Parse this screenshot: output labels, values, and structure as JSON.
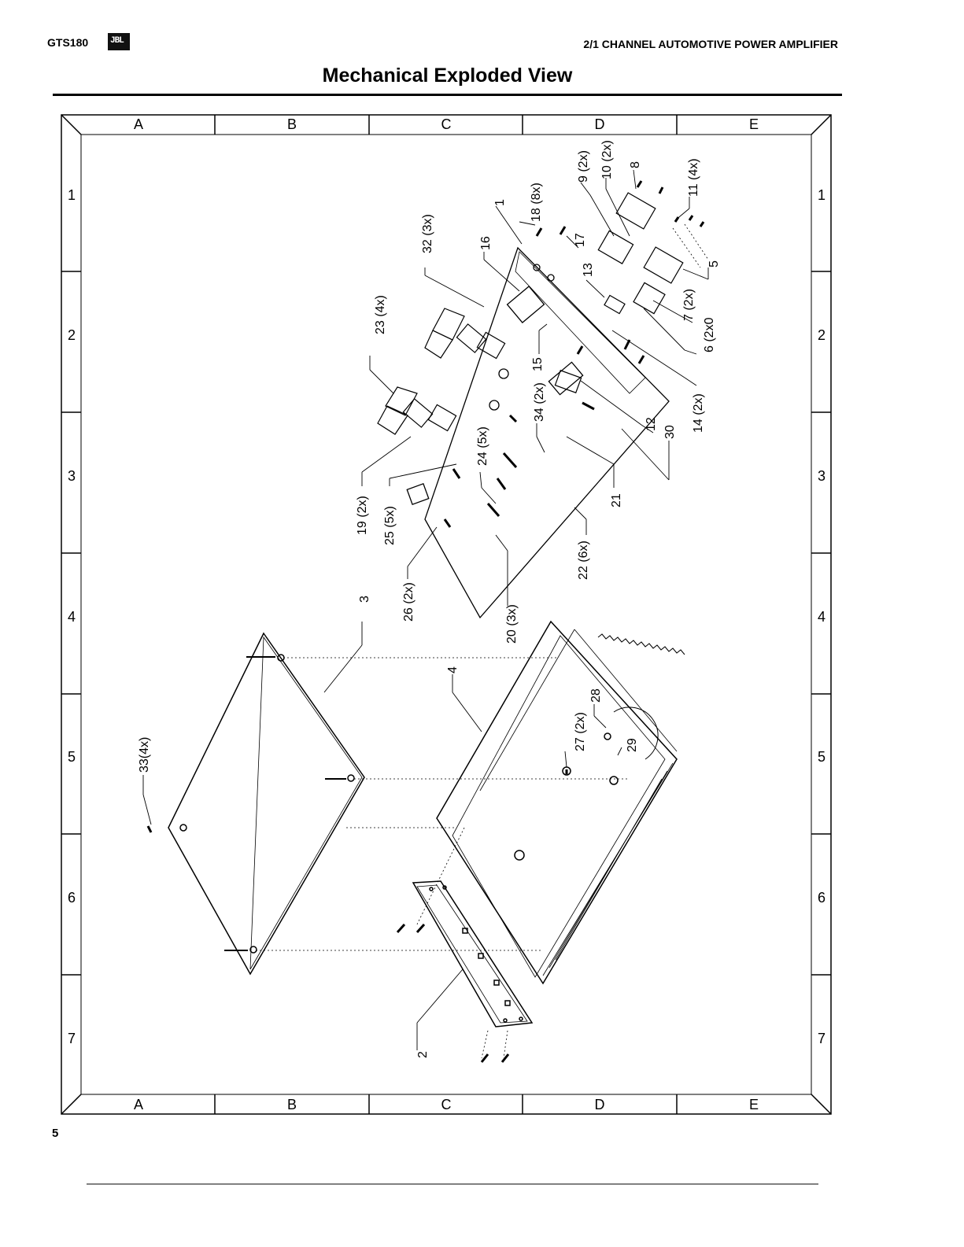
{
  "header": {
    "model": "GTS180",
    "logo_text": "JBL",
    "product": "2/1 CHANNEL AUTOMOTIVE POWER AMPLIFIER",
    "title": "Mechanical Exploded View"
  },
  "grid": {
    "columns": [
      "A",
      "B",
      "C",
      "D",
      "E"
    ],
    "rows": [
      "1",
      "2",
      "3",
      "4",
      "5",
      "6",
      "7"
    ]
  },
  "callouts": {
    "c1": "1",
    "c2": "2",
    "c3": "3",
    "c4": "4",
    "c5": "5",
    "c6": "6 (2x0",
    "c7": "7 (2x)",
    "c8": "8",
    "c9": "9 (2x)",
    "c10": "10 (2x)",
    "c11": "11 (4x)",
    "c12": "12",
    "c13": "13",
    "c14": "14 (2x)",
    "c15": "15",
    "c16": "16",
    "c17": "17",
    "c18": "18 (8x)",
    "c19": "19 (2x)",
    "c20": "20 (3x)",
    "c21": "21",
    "c22": "22 (6x)",
    "c23": "23 (4x)",
    "c24": "24 (5x)",
    "c25": "25 (5x)",
    "c26": "26 (2x)",
    "c27": "27 (2x)",
    "c28": "28",
    "c29": "29",
    "c30": "30",
    "c32": "32 (3x)",
    "c33": "33(4x)",
    "c34": "34 (2x)"
  },
  "footer": {
    "page": "5"
  }
}
